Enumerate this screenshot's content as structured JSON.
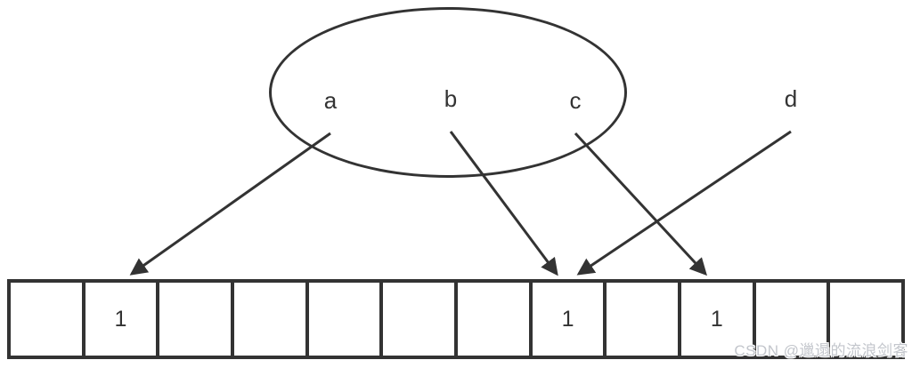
{
  "diagram_type": "bloom-filter-hash-mapping",
  "elements": [
    {
      "label": "a",
      "in_set": true,
      "maps_to_cell": 1
    },
    {
      "label": "b",
      "in_set": true,
      "maps_to_cell": 7
    },
    {
      "label": "c",
      "in_set": true,
      "maps_to_cell": 9
    },
    {
      "label": "d",
      "in_set": false,
      "maps_to_cell": 7
    }
  ],
  "bit_array": {
    "cell_count": 12,
    "cells": [
      "",
      "1",
      "",
      "",
      "",
      "",
      "",
      "1",
      "",
      "1",
      "",
      ""
    ],
    "set_indices": [
      1,
      7,
      9
    ],
    "set_value": "1"
  },
  "watermark": {
    "text": "CSDN @邋遢的流浪剑客"
  },
  "colors": {
    "stroke": "#333333",
    "text": "#333333",
    "watermark": "#c3c6cc",
    "background": "#ffffff"
  }
}
